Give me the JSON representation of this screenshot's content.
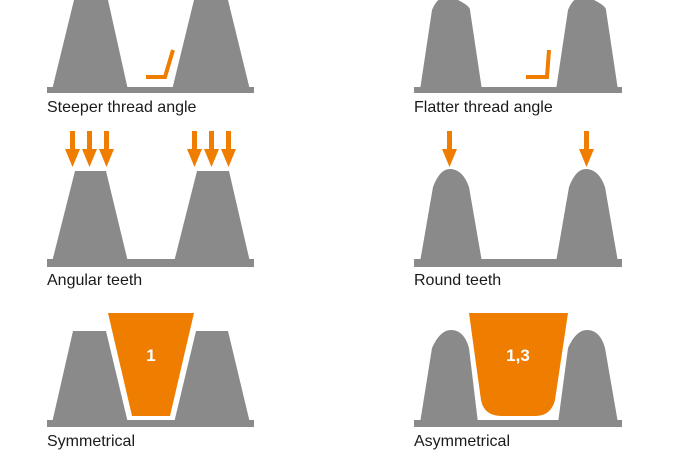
{
  "panels": {
    "steeper": {
      "caption": "Steeper thread angle"
    },
    "flatter": {
      "caption": "Flatter thread angle"
    },
    "angular": {
      "caption": "Angular teeth"
    },
    "round": {
      "caption": "Round teeth"
    },
    "symmetrical": {
      "caption": "Symmetrical",
      "profile_label": "1"
    },
    "asymmetrical": {
      "caption": "Asymmetrical",
      "profile_label": "1,3"
    }
  },
  "colors": {
    "tooth": "#8a8a8a",
    "accent": "#ef7d00",
    "text": "#1a1a1a",
    "background": "#ffffff"
  }
}
